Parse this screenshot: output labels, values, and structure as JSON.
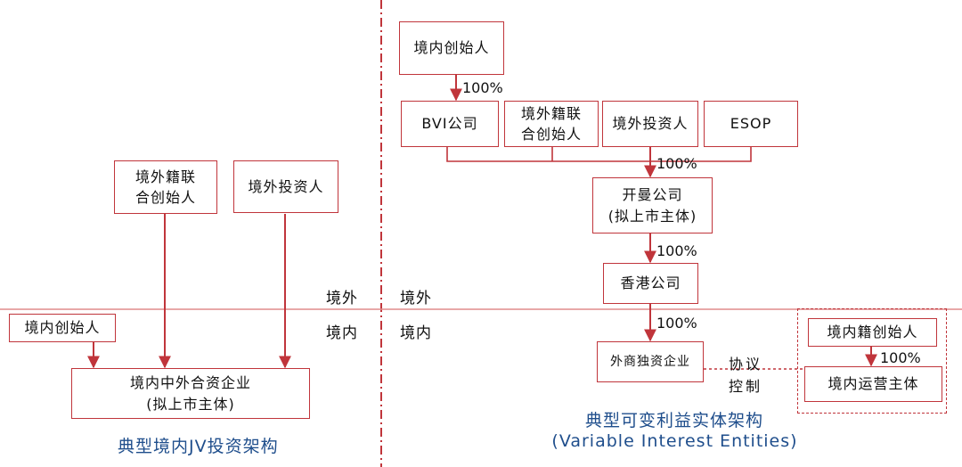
{
  "regions": {
    "offshore": "境外",
    "onshore": "境内"
  },
  "jv": {
    "foreign_cofounder": "境外籍联\n合创始人",
    "foreign_investor": "境外投资人",
    "domestic_founder": "境内创始人",
    "jv_company": "境内中外合资企业\n(拟上市主体)",
    "caption": "典型境内JV投资架构"
  },
  "vie": {
    "domestic_founder": "境内创始人",
    "bvi": "BVI公司",
    "foreign_cofounder": "境外籍联\n合创始人",
    "foreign_investor": "境外投资人",
    "esop": "ESOP",
    "cayman": "开曼公司\n(拟上市主体)",
    "hk": "香港公司",
    "wfoe": "外商独资企业",
    "domestic_native_founder": "境内籍创始人",
    "opco": "境内运营主体",
    "agreement_control": "协议\n控制",
    "pct_bvi": "100%",
    "pct_cayman": "100%",
    "pct_hk": "100%",
    "pct_wfoe": "100%",
    "pct_opco": "100%",
    "caption_cn": "典型可变利益实体架构",
    "caption_en": "(Variable Interest Entities)"
  },
  "colors": {
    "line": "#c0353b",
    "caption": "#1f4e8c"
  }
}
